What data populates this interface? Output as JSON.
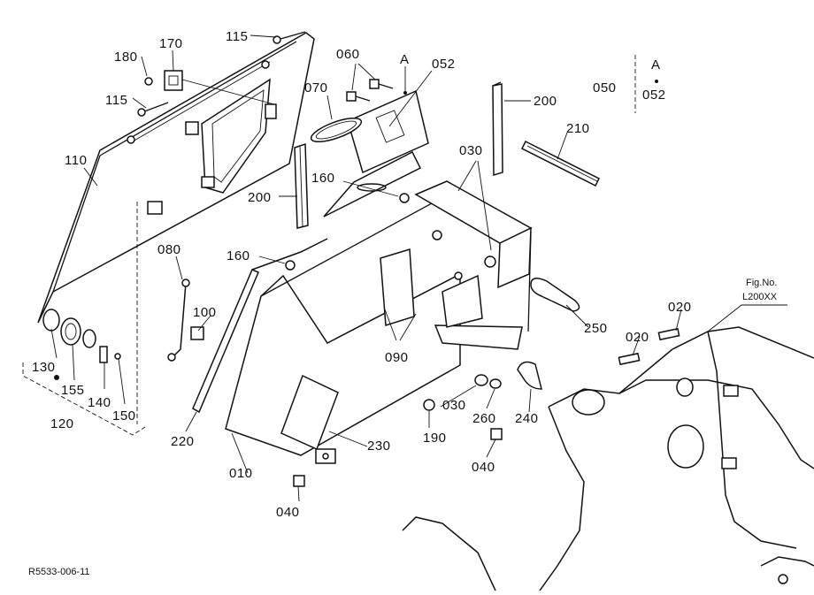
{
  "callouts": {
    "c180": "180",
    "c170": "170",
    "c115a": "115",
    "c115b": "115",
    "c060": "060",
    "cA": "A",
    "c052": "052",
    "c070": "070",
    "c200a": "200",
    "c050": "050",
    "c050A": "A",
    "c050_052": "052",
    "c210": "210",
    "c030a": "030",
    "c110": "110",
    "c160a": "160",
    "c200b": "200",
    "c080": "080",
    "c160b": "160",
    "c100": "100",
    "c130": "130",
    "c155": "155",
    "c140": "140",
    "c150": "150",
    "c120": "120",
    "c090": "090",
    "c250": "250",
    "c020a": "020",
    "c020b": "020",
    "c030b": "030",
    "c260": "260",
    "c240": "240",
    "c190": "190",
    "c230": "230",
    "c040a": "040",
    "c220": "220",
    "c010": "010",
    "c040b": "040"
  },
  "fig_no_label": "Fig.No.",
  "fig_no_value": "L200XX",
  "drawing_code": "R5533-006-11"
}
